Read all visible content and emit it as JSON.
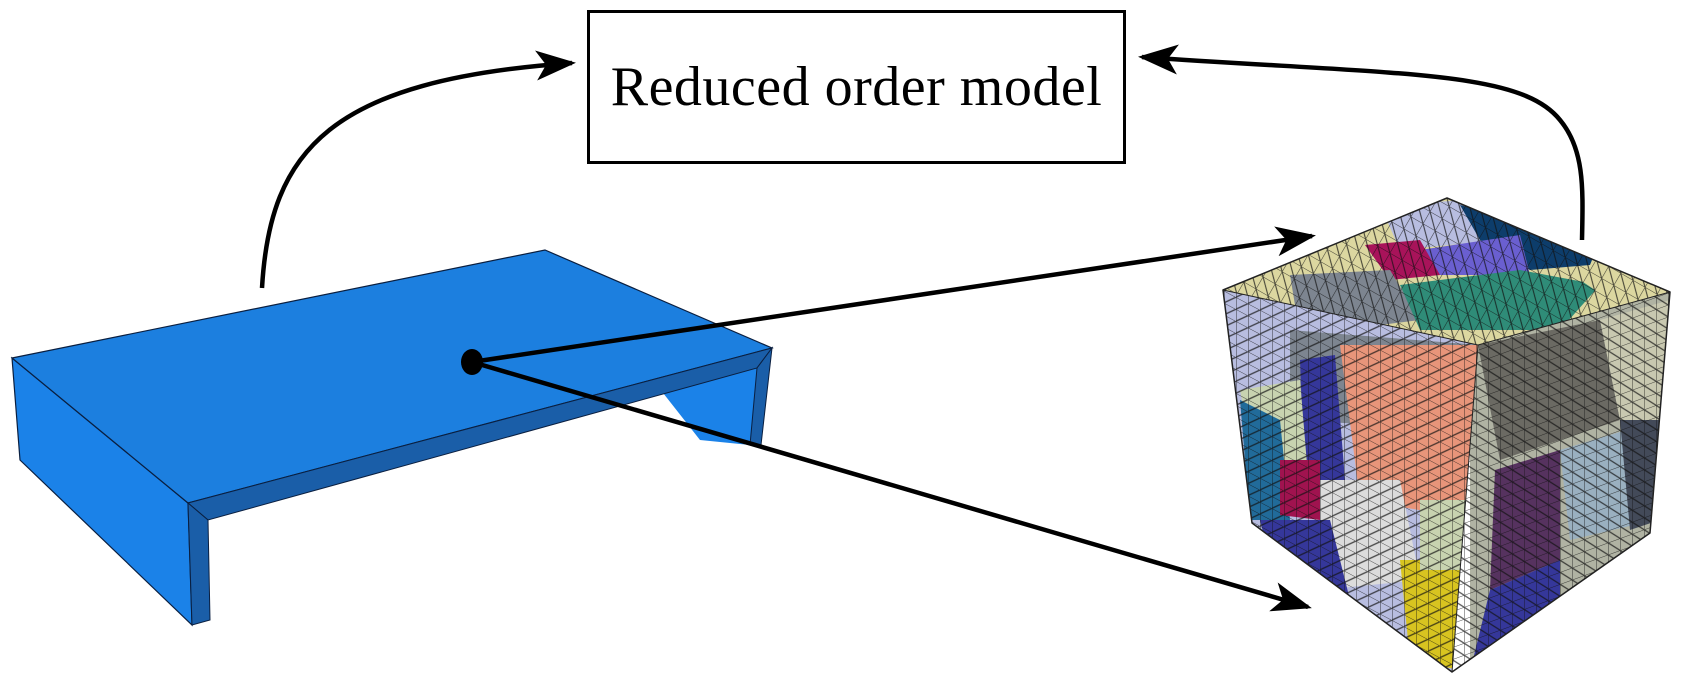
{
  "figure": {
    "box_label": "Reduced order model",
    "macro_structure": {
      "name": "C-channel beam (macroscale component)",
      "color_top": "#1c7fdf",
      "color_side": "#1b82e8",
      "color_edge": "#1a5ea8",
      "outline": "#0a1f40"
    },
    "material_point": {
      "name": "integration point",
      "color": "#000000"
    },
    "rve": {
      "name": "polycrystalline RVE mesh",
      "grain_colors": [
        "#b8bde0",
        "#dcd7a0",
        "#0d3d6b",
        "#6a5fd0",
        "#a8135a",
        "#2f8c78",
        "#7d8590",
        "#e8957a",
        "#6b6a63",
        "#35379a",
        "#c8d3b0",
        "#216b9a",
        "#a0134f",
        "#dcdcdc",
        "#56325f",
        "#d8c420",
        "#9ab0c0",
        "#434a59",
        "#b0b3a3",
        "#c8c8b0"
      ]
    },
    "arrows": [
      {
        "from": "macro_structure",
        "to": "box_label"
      },
      {
        "from": "material_point",
        "to": "rve_top"
      },
      {
        "from": "material_point",
        "to": "rve_bottom"
      },
      {
        "from": "rve",
        "to": "box_label"
      }
    ]
  }
}
